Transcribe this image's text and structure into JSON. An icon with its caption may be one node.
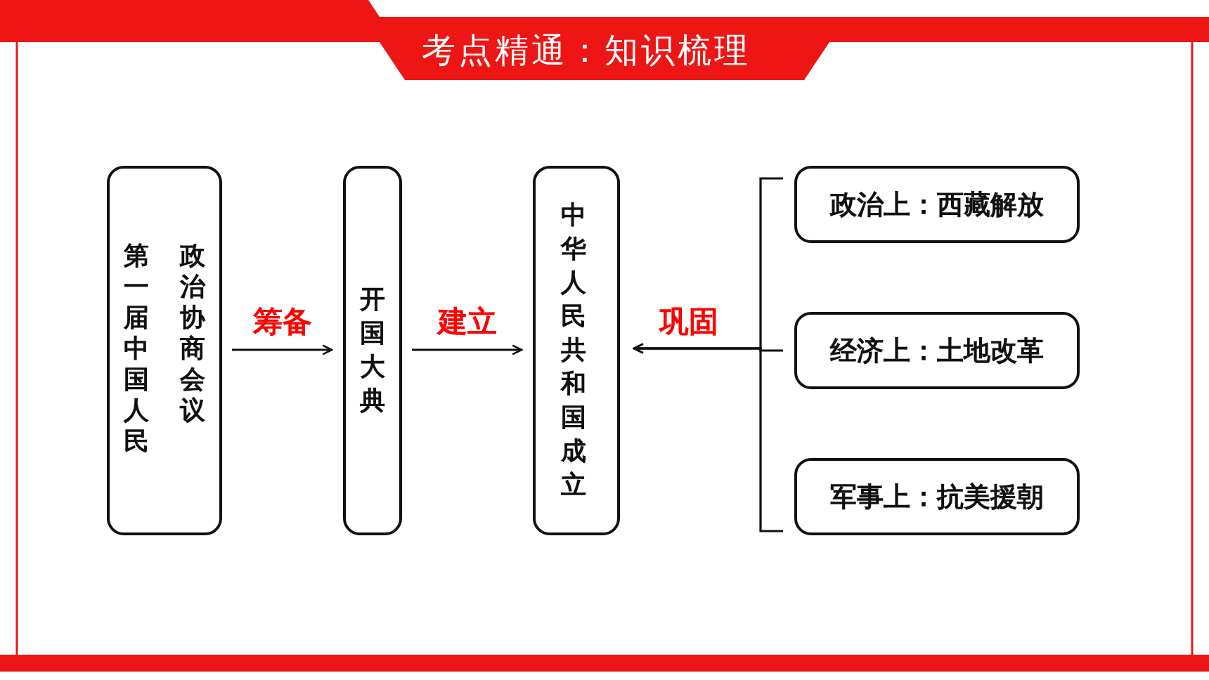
{
  "diagram": {
    "title": "考点精通：知识梳理",
    "nodes": [
      {
        "text": [
          "第一届中国人民政治协商会议"
        ]
      },
      {
        "text": [
          "开国大典"
        ]
      },
      {
        "text": [
          "中华人民共和国成立"
        ]
      },
      {
        "text": [
          "政治上：西藏解放"
        ]
      },
      {
        "text": [
          "经济上：土地改革"
        ]
      },
      {
        "text": [
          "军事上：抗美援朝"
        ]
      }
    ],
    "edges": [
      {
        "from": 0,
        "to": 1,
        "arrow": "to",
        "label": "筹备"
      },
      {
        "from": 1,
        "to": 2,
        "arrow": "to",
        "label": "建立"
      },
      {
        "from": 3,
        "to": 2,
        "arrow": "to"
      },
      {
        "from": 4,
        "to": 2,
        "arrow": "to",
        "label": "巩固"
      },
      {
        "from": 5,
        "to": 2,
        "arrow": "to"
      }
    ]
  }
}
